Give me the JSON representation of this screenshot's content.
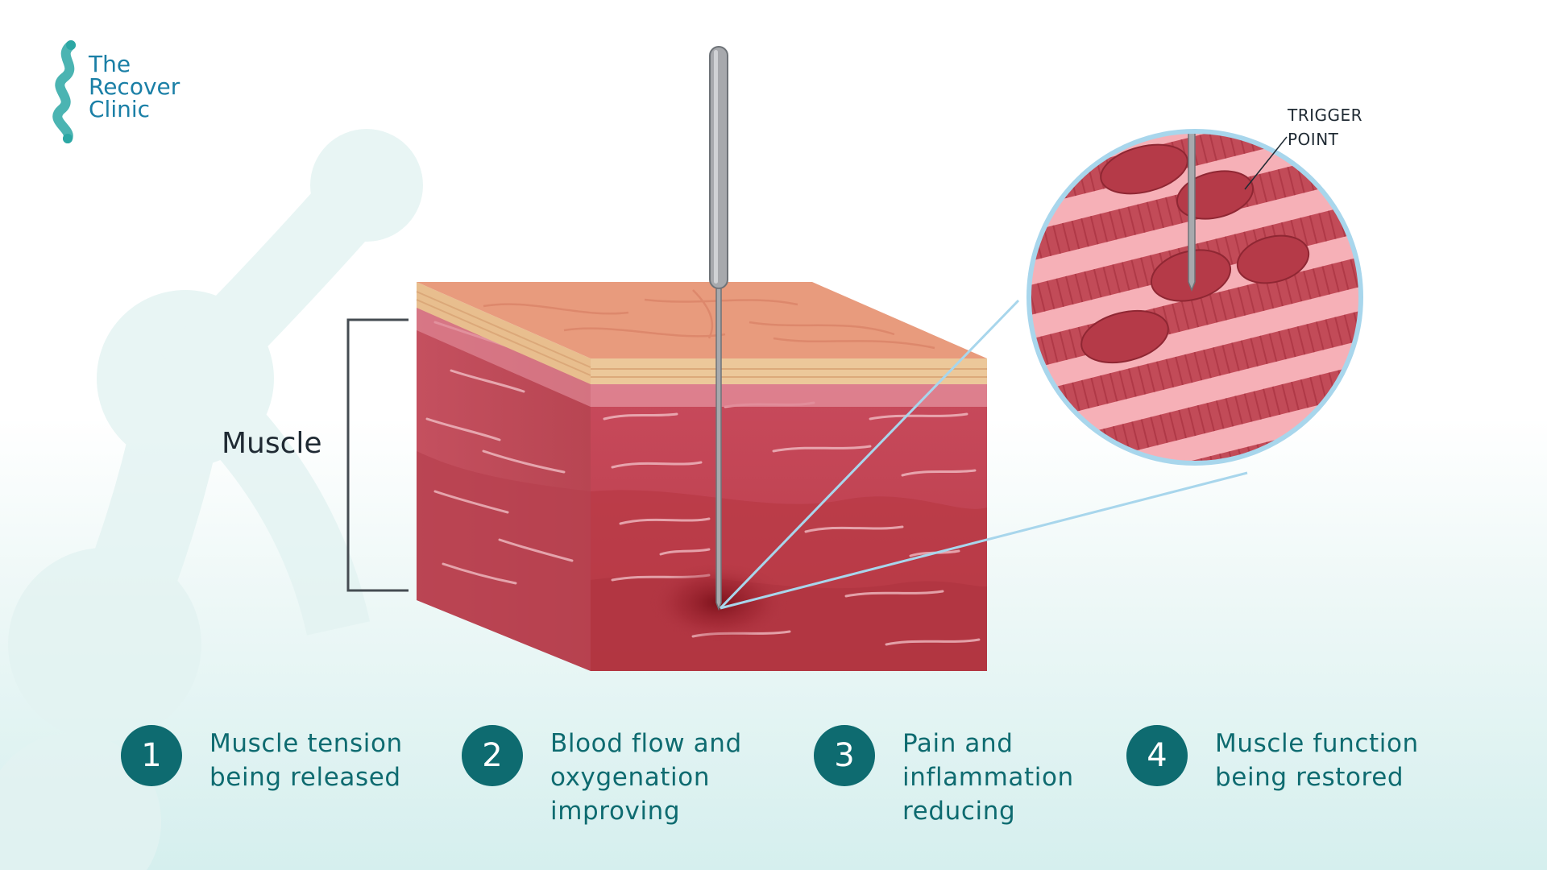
{
  "brand": {
    "name_lines": [
      "The",
      "Recover",
      "Clinic"
    ],
    "color": "#1a7fa6"
  },
  "diagram": {
    "muscle_label": "Muscle",
    "trigger_point_lines": [
      "TRIGGER",
      "POINT"
    ],
    "colors": {
      "muscle": "#c24b58",
      "skin": "#e89b7d",
      "needle": "#a7a9ad",
      "magnifier": "#a8d6ec"
    }
  },
  "steps": [
    {
      "number": "1",
      "lines": [
        "Muscle tension",
        "being released"
      ]
    },
    {
      "number": "2",
      "lines": [
        "Blood flow and",
        "oxygenation",
        "improving"
      ]
    },
    {
      "number": "3",
      "lines": [
        "Pain and",
        "inflammation",
        "reducing"
      ]
    },
    {
      "number": "4",
      "lines": [
        "Muscle function",
        "being restored"
      ]
    }
  ],
  "accent_color": "#0e6b70"
}
